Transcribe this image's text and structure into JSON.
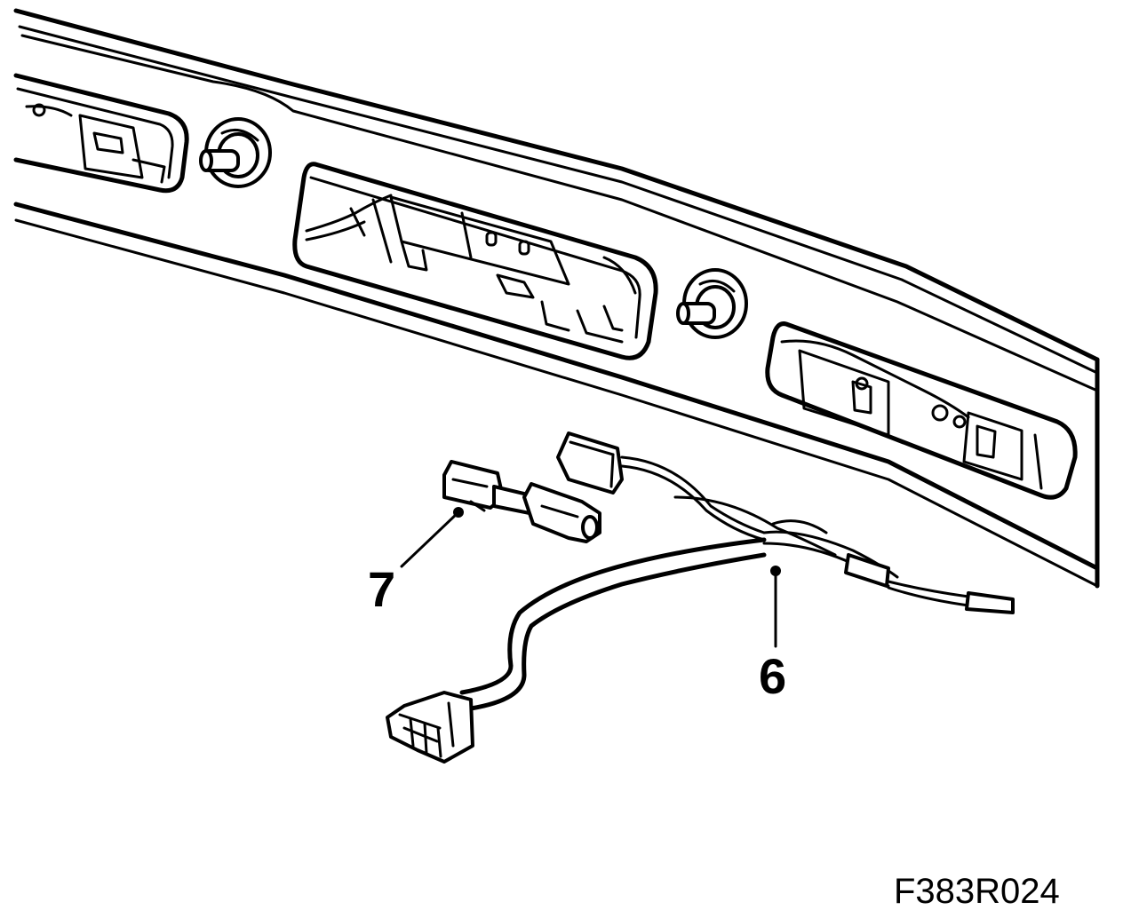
{
  "callouts": [
    {
      "id": "7",
      "part": "connector"
    },
    {
      "id": "6",
      "part": "wiring harness"
    }
  ],
  "figure_id": "F383R024"
}
